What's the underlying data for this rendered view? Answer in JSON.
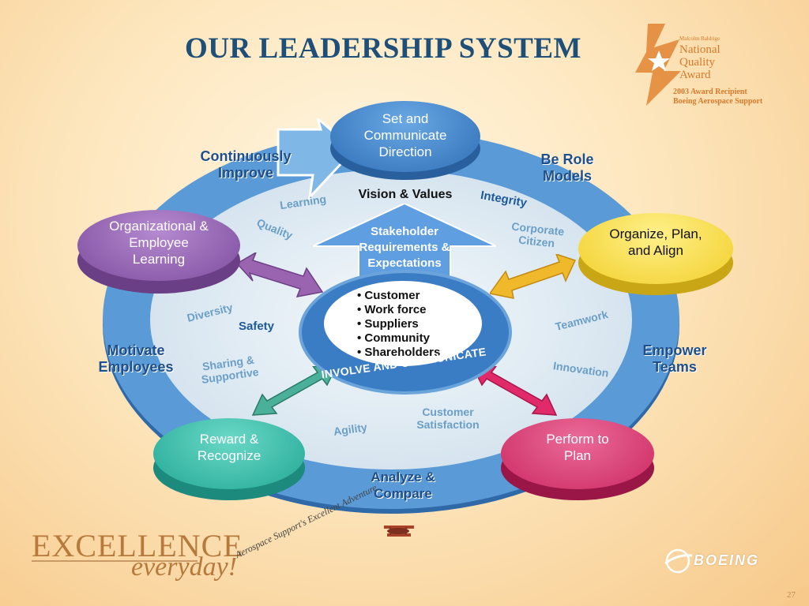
{
  "slide": {
    "title": "OUR LEADERSHIP SYSTEM",
    "page_number": "27"
  },
  "award": {
    "line_small": "Malcolm Baldrige",
    "line1": "National",
    "line2": "Quality",
    "line3": "Award",
    "recipient1": "2003 Award Recipient",
    "recipient2": "Boeing Aerospace Support"
  },
  "nodes": {
    "top": "Set and Communicate Direction",
    "left": "Organizational & Employee Learning",
    "right": "Organize, Plan, and Align",
    "bottom_left": "Reward & Recognize",
    "bottom_right": "Perform to Plan"
  },
  "ring_labels": {
    "continuously_improve": "Continuously Improve",
    "be_role_models": "Be Role Models",
    "motivate_employees": "Motivate Employees",
    "empower_teams": "Empower Teams",
    "analyze_compare": "Analyze & Compare"
  },
  "values": {
    "learning": "Learning",
    "quality": "Quality",
    "integrity": "Integrity",
    "corporate_citizen": "Corporate Citizen",
    "diversity": "Diversity",
    "safety": "Safety",
    "teamwork": "Teamwork",
    "sharing_supportive": "Sharing & Supportive",
    "innovation": "Innovation",
    "customer_satisfaction": "Customer Satisfaction",
    "agility": "Agility"
  },
  "center": {
    "vision_values": "Vision & Values",
    "stakeholder": "Stakeholder Requirements & Expectations",
    "involve": "INVOLVE AND COMMUNICATE",
    "stakeholders": [
      "Customer",
      "Work force",
      "Suppliers",
      "Community",
      "Shareholders"
    ]
  },
  "footer": {
    "excellence": "EXCELLENCE",
    "everyday": "everyday!",
    "adventure": "Aerospace Support's Excellent Adventure",
    "boeing": "BOEING"
  },
  "colors": {
    "title": "#1e4f78",
    "ring": "#5a9ad6",
    "node_top": "#3c7ec6",
    "node_left": "#8a5aa8",
    "node_right": "#f3d23a",
    "node_bottom_left": "#2fb7a6",
    "node_bottom_right": "#d2306a"
  }
}
